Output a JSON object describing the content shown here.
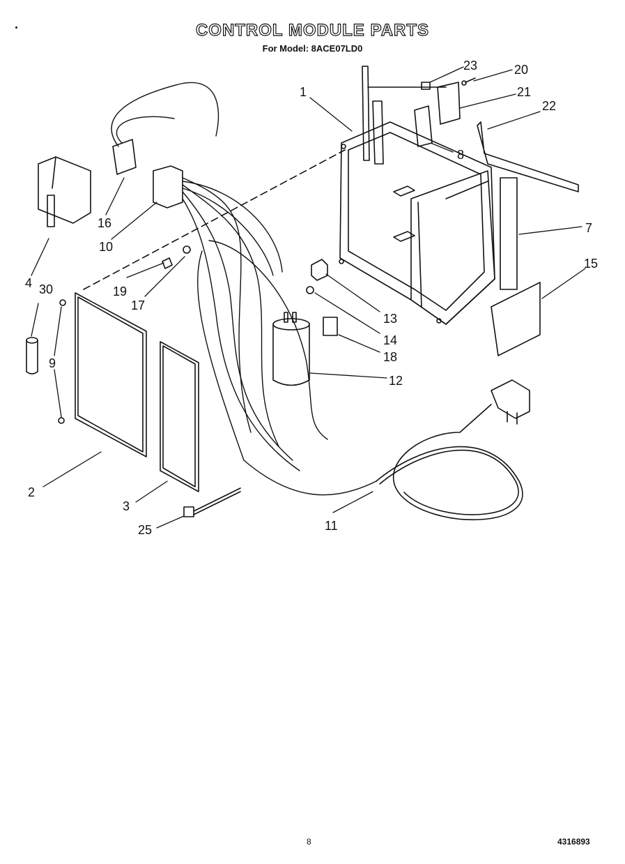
{
  "header": {
    "title": "CONTROL MODULE PARTS",
    "subtitle": "For Model: 8ACE07LD0"
  },
  "callouts": [
    "1",
    "2",
    "3",
    "4",
    "7",
    "8",
    "9",
    "10",
    "11",
    "12",
    "13",
    "14",
    "15",
    "16",
    "17",
    "18",
    "19",
    "20",
    "21",
    "22",
    "23",
    "25",
    "30"
  ],
  "footer": {
    "page": "8",
    "code": "4316893"
  },
  "colors": {
    "line": "#111111",
    "background": "#ffffff"
  }
}
